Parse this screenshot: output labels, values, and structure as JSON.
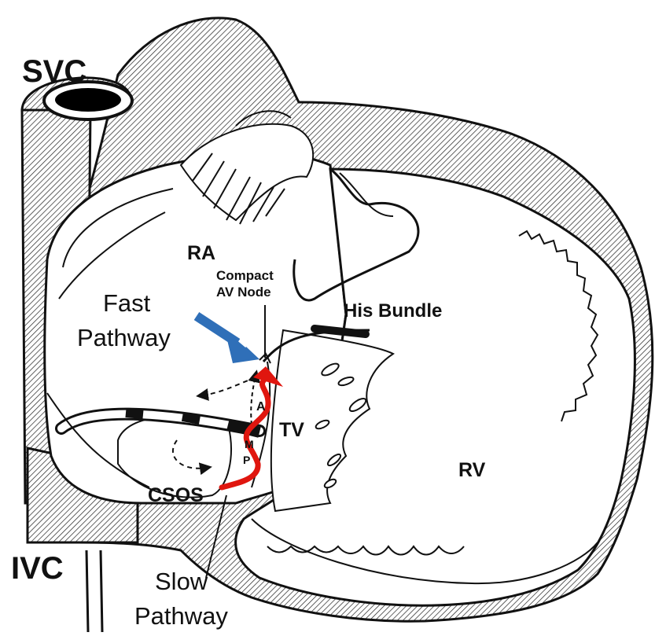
{
  "labels": {
    "svc": "SVC",
    "ivc": "IVC",
    "ra": "RA",
    "rv": "RV",
    "tv": "TV",
    "csos": "CSOS",
    "his_bundle": "His Bundle",
    "compact_line1": "Compact",
    "compact_line2": "AV Node",
    "fast_line1": "Fast",
    "fast_line2": "Pathway",
    "slow_line1": "Slow",
    "slow_line2": "Pathway",
    "koch_a": "A",
    "koch_m": "M",
    "koch_p": "P"
  },
  "colors": {
    "fast_arrow": "#2f6fb8",
    "slow_pathway": "#e0160f",
    "outline": "#111111",
    "hatch": "#222222"
  },
  "icons": {
    "fast_arrow": "blue-arrow-icon",
    "slow_path": "red-curved-arrow-icon"
  }
}
